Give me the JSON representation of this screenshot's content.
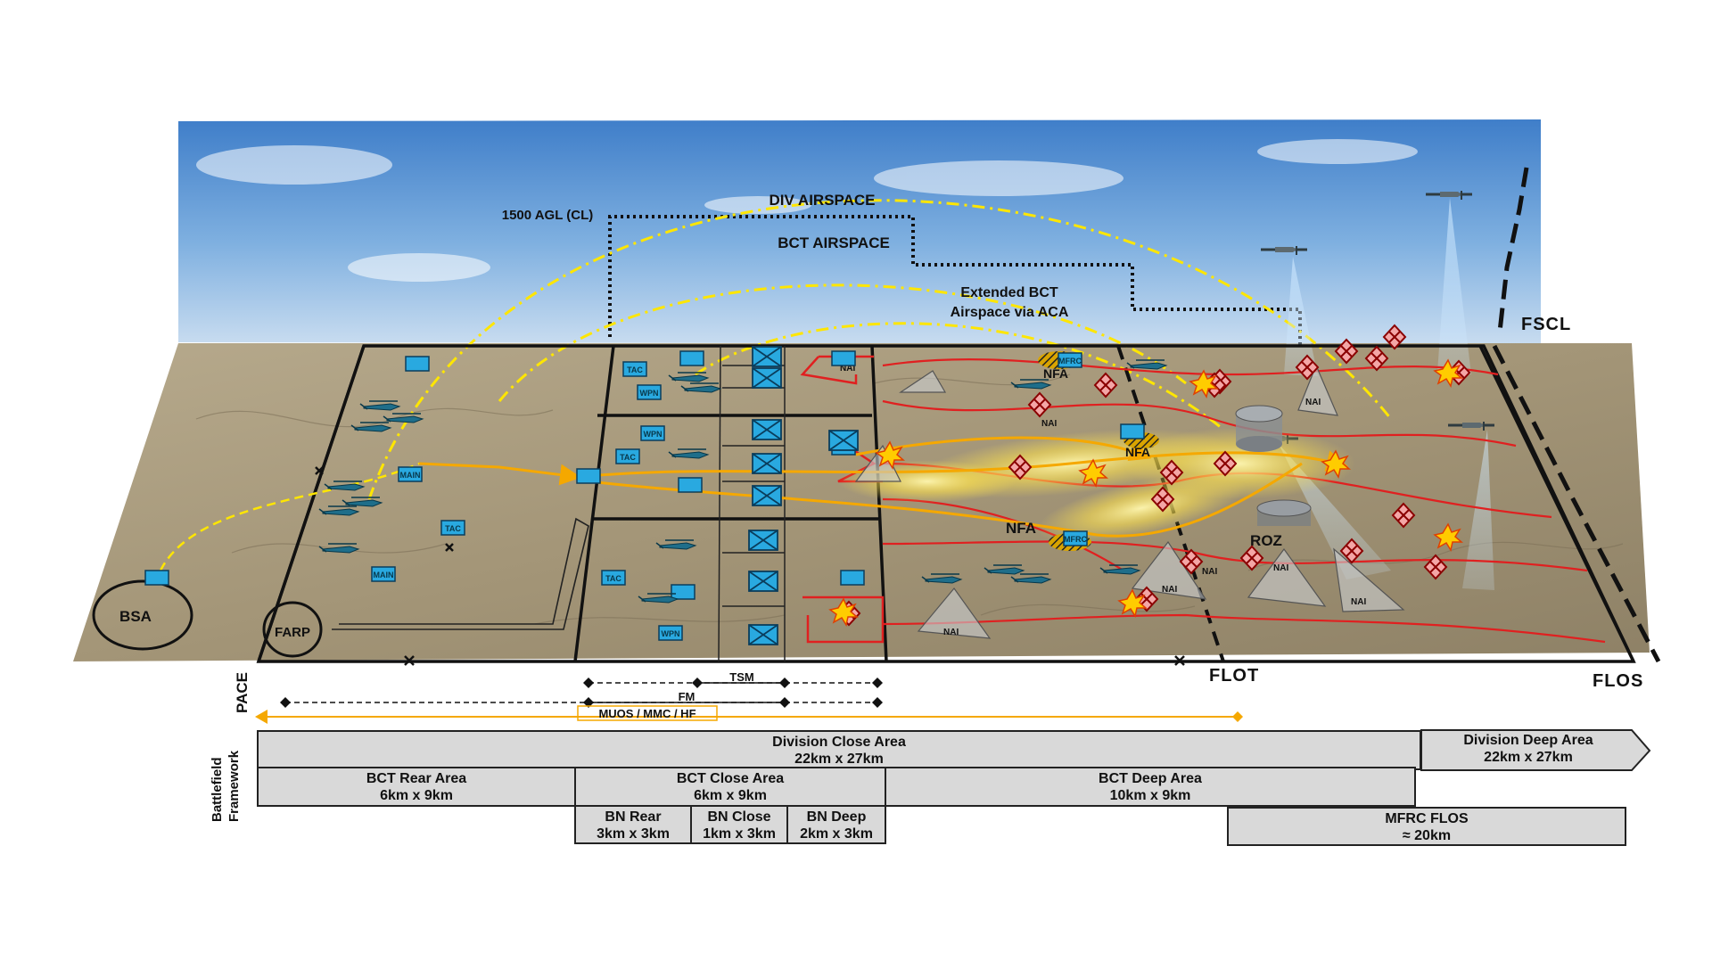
{
  "airspace": {
    "div": "DIV AIRSPACE",
    "bct": "BCT AIRSPACE",
    "agl": "1500 AGL (CL)",
    "extended_line1": "Extended BCT",
    "extended_line2": "Airspace via ACA"
  },
  "lines": {
    "fscl": "FSCL",
    "flot": "FLOT",
    "flos": "FLOS"
  },
  "areas": {
    "bsa": "BSA",
    "farp": "FARP",
    "roz": "ROZ",
    "nfa": "NFA"
  },
  "unit_labels": {
    "main": "MAIN",
    "tac": "TAC",
    "wpn": "WPN",
    "mfrc": "MFRC",
    "nai": "NAI"
  },
  "pace": {
    "label": "PACE",
    "tsm": "TSM",
    "fm": "FM",
    "muos": "MUOS / MMC / HF"
  },
  "framework": {
    "label_line1": "Battlefield",
    "label_line2": "Framework",
    "div_close": {
      "name": "Division Close Area",
      "size": "22km x 27km"
    },
    "div_deep": {
      "name": "Division Deep Area",
      "size": "22km x 27km"
    },
    "bct_rear": {
      "name": "BCT Rear Area",
      "size": "6km x 9km"
    },
    "bct_close": {
      "name": "BCT Close Area",
      "size": "6km x 9km"
    },
    "bct_deep": {
      "name": "BCT Deep Area",
      "size": "10km x 9km"
    },
    "bn_rear": {
      "name": "BN Rear",
      "size": "3km x 3km"
    },
    "bn_close": {
      "name": "BN Close",
      "size": "1km x 3km"
    },
    "bn_deep": {
      "name": "BN Deep",
      "size": "2km x 3km"
    },
    "mfrc_flos": {
      "name": "MFRC FLOS",
      "size": "≈ 20km"
    }
  },
  "colors": {
    "sky_top": "#3f7ec9",
    "sky_bottom": "#b9d3ee",
    "terrain": "#a89a7c",
    "unit_fill": "#29a9e0",
    "yellow": "#ffe600",
    "orange": "#f5a800",
    "red": "#e02020",
    "bar_fill": "#d9d9d9"
  }
}
